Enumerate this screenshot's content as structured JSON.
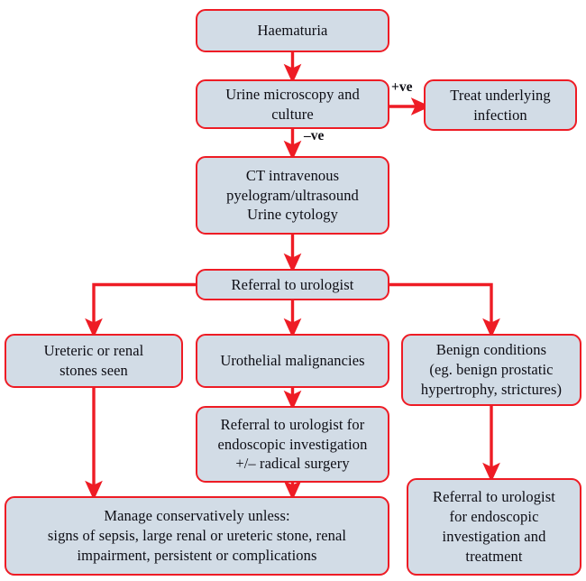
{
  "diagram": {
    "title": "Haematuria investigation and management pathway",
    "accent_color": "#ee1c25",
    "node_fill_color": "#d2dce6",
    "text_color": "#0d0d14",
    "background_color": "#ffffff"
  },
  "nodes": {
    "haematuria": "Haematuria",
    "urine_microscopy": "Urine microscopy and\nculture",
    "treat_infection": "Treat underlying\ninfection",
    "ct_ivp": "CT intravenous\npyelogram/ultrasound\nUrine cytology",
    "referral_urologist": "Referral to urologist",
    "ureteric_stones": "Ureteric or renal\nstones seen",
    "urothelial_malignancies": "Urothelial malignancies",
    "benign_conditions": "Benign conditions\n(eg. benign prostatic\nhypertrophy, strictures)",
    "referral_endoscopic_radical": "Referral to urologist for\nendoscopic investigation\n+/– radical surgery",
    "manage_conservatively": "Manage conservatively unless:\nsigns of sepsis, large renal or ureteric stone, renal\nimpairment, persistent or complications",
    "referral_endoscopic_treatment": "Referral to urologist\nfor endoscopic\ninvestigation and\ntreatment"
  },
  "edge_labels": {
    "positive": "+ve",
    "negative": "–ve"
  }
}
